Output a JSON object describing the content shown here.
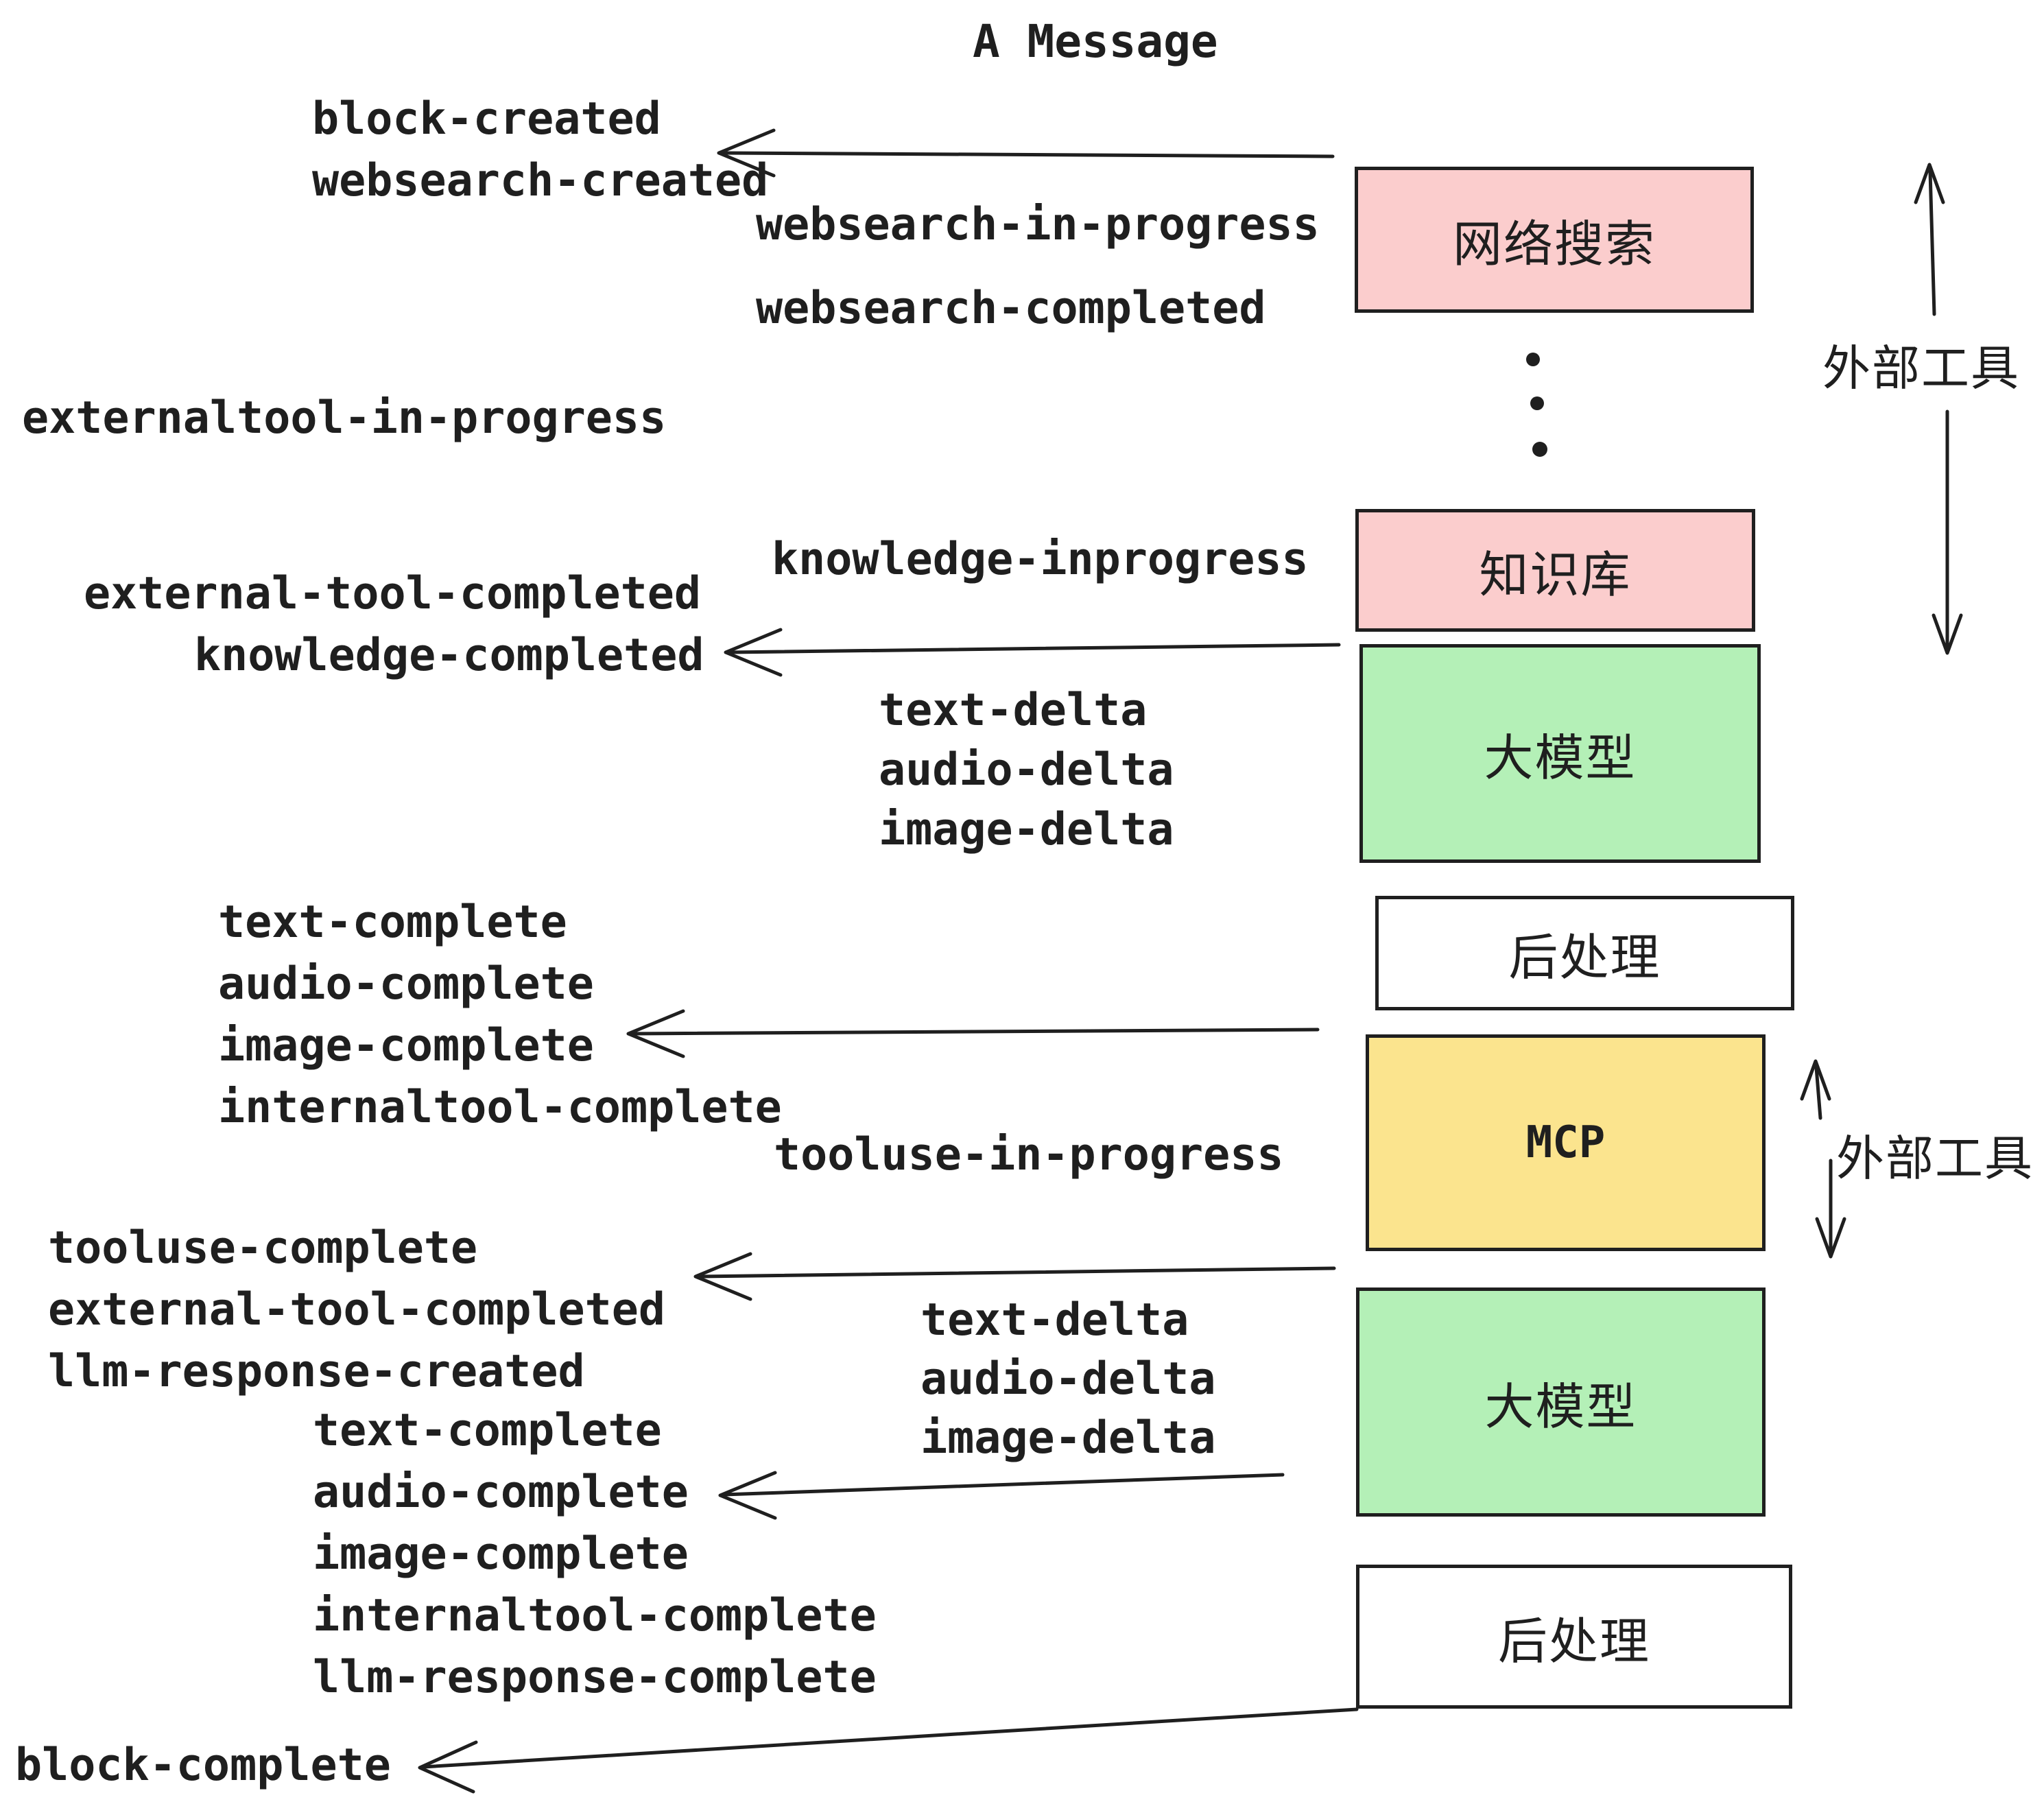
{
  "title": "A Message",
  "colors": {
    "pink": "#FBCDCD",
    "green": "#B4F0B7",
    "yellow": "#FBE48E",
    "white": "#FFFFFF",
    "ink": "#1F1F1F"
  },
  "boxes": [
    {
      "id": "websearch",
      "label": "网络搜索",
      "color": "#FBCDCD"
    },
    {
      "id": "knowledge-base",
      "label": "知识库",
      "color": "#FBCDCD"
    },
    {
      "id": "llm-1",
      "label": "大模型",
      "color": "#B4F0B7"
    },
    {
      "id": "post-processing-1",
      "label": "后处理",
      "color": "#FFFFFF"
    },
    {
      "id": "mcp",
      "label": "MCP",
      "color": "#FBE48E"
    },
    {
      "id": "llm-2",
      "label": "大模型",
      "color": "#B4F0B7"
    },
    {
      "id": "post-processing-2",
      "label": "后处理",
      "color": "#FFFFFF"
    }
  ],
  "side_annotations": {
    "external_tools_top": "外部工具",
    "external_tools_mid": "外部工具"
  },
  "events": {
    "block_created": "block-created",
    "websearch_created": "websearch-created",
    "websearch_in_progress": "websearch-in-progress",
    "websearch_completed": "websearch-completed",
    "externaltool_in_progress": "externaltool-in-progress",
    "knowledge_inprogress": "knowledge-inprogress",
    "external_tool_completed_1": "external-tool-completed",
    "knowledge_completed": "knowledge-completed",
    "text_delta_1": "text-delta",
    "audio_delta_1": "audio-delta",
    "image_delta_1": "image-delta",
    "text_complete_1": "text-complete",
    "audio_complete_1": "audio-complete",
    "image_complete_1": "image-complete",
    "internaltool_complete_1": "internaltool-complete",
    "tooluse_in_progress": "tooluse-in-progress",
    "tooluse_complete": "tooluse-complete",
    "external_tool_completed_2": "external-tool-completed",
    "llm_response_created": "llm-response-created",
    "text_complete_2": "text-complete",
    "audio_complete_2": "audio-complete",
    "image_complete_2": "image-complete",
    "internaltool_complete_2": "internaltool-complete",
    "llm_response_complete": "llm-response-complete",
    "text_delta_2": "text-delta",
    "audio_delta_2": "audio-delta",
    "image_delta_2": "image-delta",
    "block_complete": "block-complete"
  }
}
